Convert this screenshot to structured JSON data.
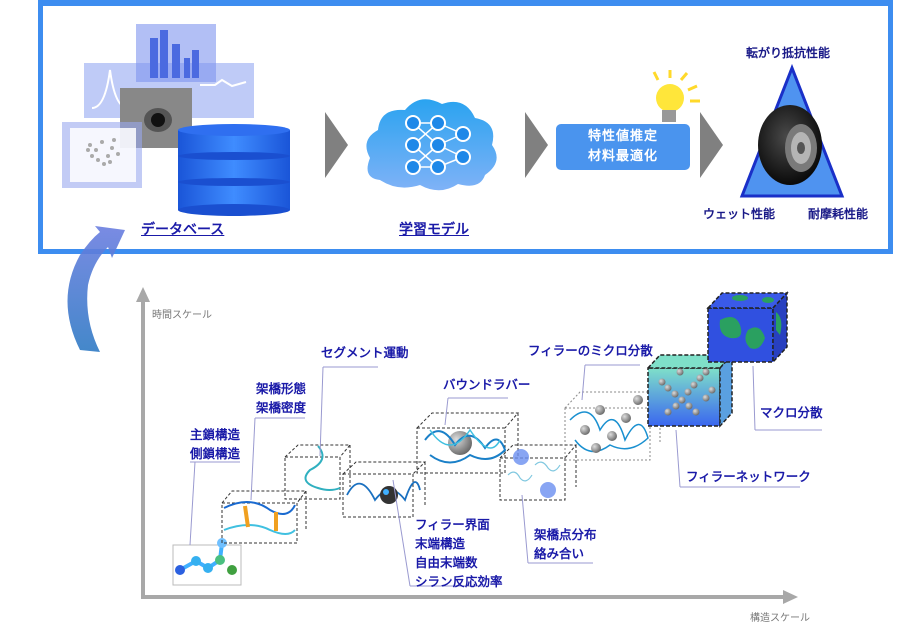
{
  "top_panel": {
    "database_label": "データベース",
    "model_label": "学習モデル",
    "result_box": {
      "line1": "特性値推定",
      "line2": "材料最適化"
    },
    "tire_performance": {
      "top": "転がり抵抗性能",
      "bottom_left": "ウェット性能",
      "bottom_right": "耐摩耗性能"
    },
    "colors": {
      "frame": "#3d8df0",
      "link_text": "#1a1aa8",
      "result_box": "#4a94ee",
      "arrow": "#808080"
    }
  },
  "multiscale_diagram": {
    "y_axis_label": "時間スケール",
    "x_axis_label": "構造スケール",
    "labels": {
      "main_chain": [
        "主鎖構造",
        "側鎖構造"
      ],
      "crosslink": [
        "架橋形態",
        "架橋密度"
      ],
      "segment": [
        "セグメント運動"
      ],
      "filler_interface": [
        "フィラー界面",
        "末端構造",
        "自由末端数",
        "シラン反応効率"
      ],
      "bound_rubber": [
        "バウンドラバー"
      ],
      "crosslink_distribution": [
        "架橋点分布",
        "絡み合い"
      ],
      "filler_micro": [
        "フィラーのミクロ分散"
      ],
      "filler_network": [
        "フィラーネットワーク"
      ],
      "macro_dispersion": [
        "マクロ分散"
      ]
    }
  }
}
